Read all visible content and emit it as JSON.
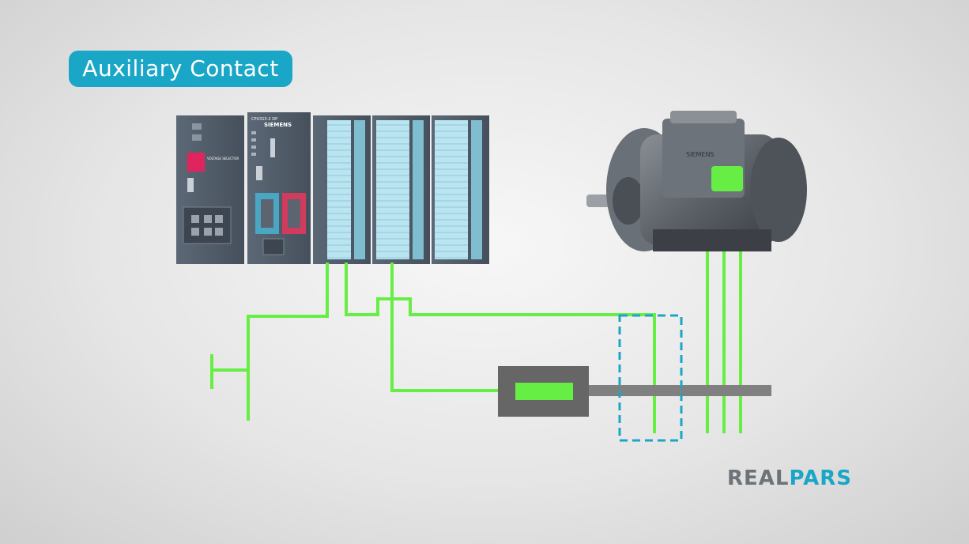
{
  "title": "Auxiliary Contact",
  "brand": {
    "part1": "REAL",
    "part2": "PARS"
  },
  "plc": {
    "cpu_label": "CPU315-2 DP",
    "cpu_brand": "SIEMENS",
    "psu_label": "VOLTAGE SELECTOR"
  },
  "motor": {
    "brand": "SIEMENS"
  },
  "colors": {
    "wire": "#66ee44",
    "accent": "#1aa6c6",
    "dashed_box": "#1aa6c6",
    "bar": "#808080",
    "relay_body": "#666666",
    "relay_coil": "#66ee44"
  }
}
